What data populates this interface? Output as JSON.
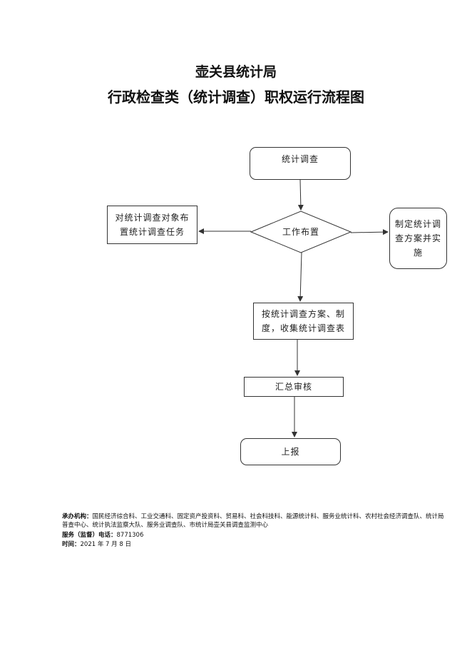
{
  "header": {
    "title_line1": "壶关县统计局",
    "title_line2": "行政检查类（统计调查）职权运行流程图"
  },
  "flow": {
    "survey": "统计调查",
    "assign": "对统计调查对象布置统计调查任务",
    "work_arrangement": "工作布置",
    "make_plan": "制定统计调查方案并实施",
    "collect": "按统计调查方案、制度，收集统计调查表",
    "review": "汇总审核",
    "report": "上报"
  },
  "footer": {
    "org_label": "承办机构：",
    "org_value": "国民经济综合科、工业交通科、固定资产投资科、贸易科、社会科技科、能源统计科、服务业统计科、农村社会经济调查队、统计局普查中心、统计执法监察大队、服务业调查队、市统计局壶关县调查监测中心",
    "phone_label": "服务（监督）电话：",
    "phone_value": "8771306",
    "date_label": "时间：",
    "date_value": "2021 年 7 月 8 日"
  }
}
